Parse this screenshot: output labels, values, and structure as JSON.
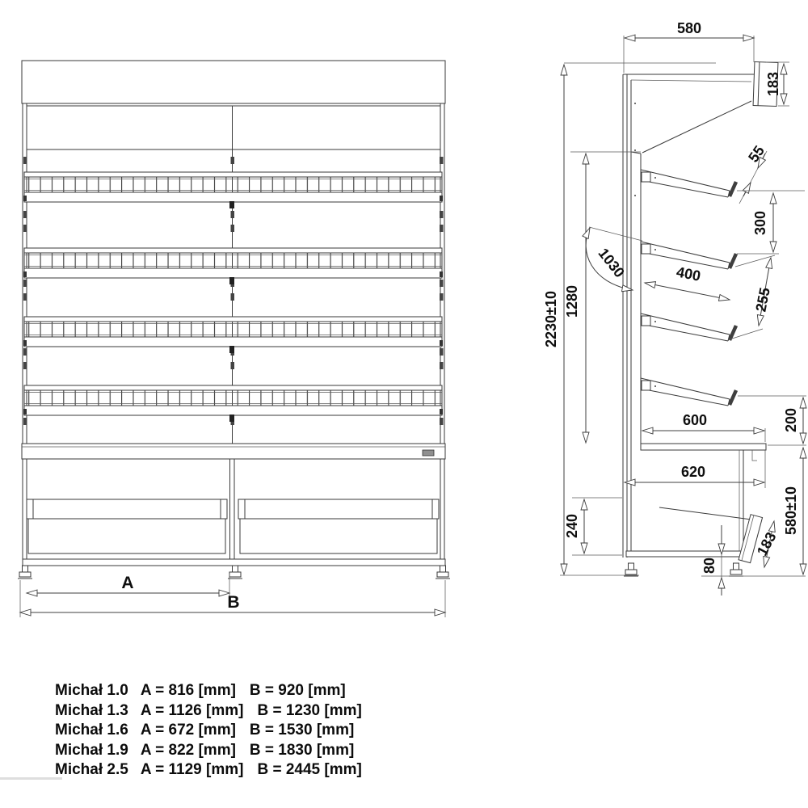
{
  "colors": {
    "line": "#3a3a3a",
    "text": "#0f0f0f",
    "background": "#ffffff"
  },
  "front_view": {
    "bay_width_label": "A",
    "overall_width_label": "B"
  },
  "side_view": {
    "canopy_depth": "580",
    "sign_panel_height": "183",
    "shelf_lip_height": "55",
    "shelf_spacing": "300",
    "shelf_depth": "400",
    "shelf_clearance": "255",
    "opening_height": "1030",
    "shelf_zone_height": "1280",
    "overall_height": "2230±10",
    "bottom_shelf_depth": "600",
    "counter_clearance": "200",
    "counter_depth": "620",
    "counter_height": "580±10",
    "base_opening_height": "240",
    "basket_panel_depth": "183",
    "foot_height": "80"
  },
  "models": [
    {
      "name": "Michał 1.0",
      "a": "A = 816 [mm]",
      "b": "B = 920 [mm]"
    },
    {
      "name": "Michał 1.3",
      "a": "A = 1126 [mm]",
      "b": "B = 1230 [mm]"
    },
    {
      "name": "Michał 1.6",
      "a": "A = 672 [mm]",
      "b": "B = 1530 [mm]"
    },
    {
      "name": "Michał 1.9",
      "a": "A = 822 [mm]",
      "b": "B = 1830 [mm]"
    },
    {
      "name": "Michał 2.5",
      "a": "A = 1129 [mm]",
      "b": "B = 2445 [mm]"
    }
  ]
}
